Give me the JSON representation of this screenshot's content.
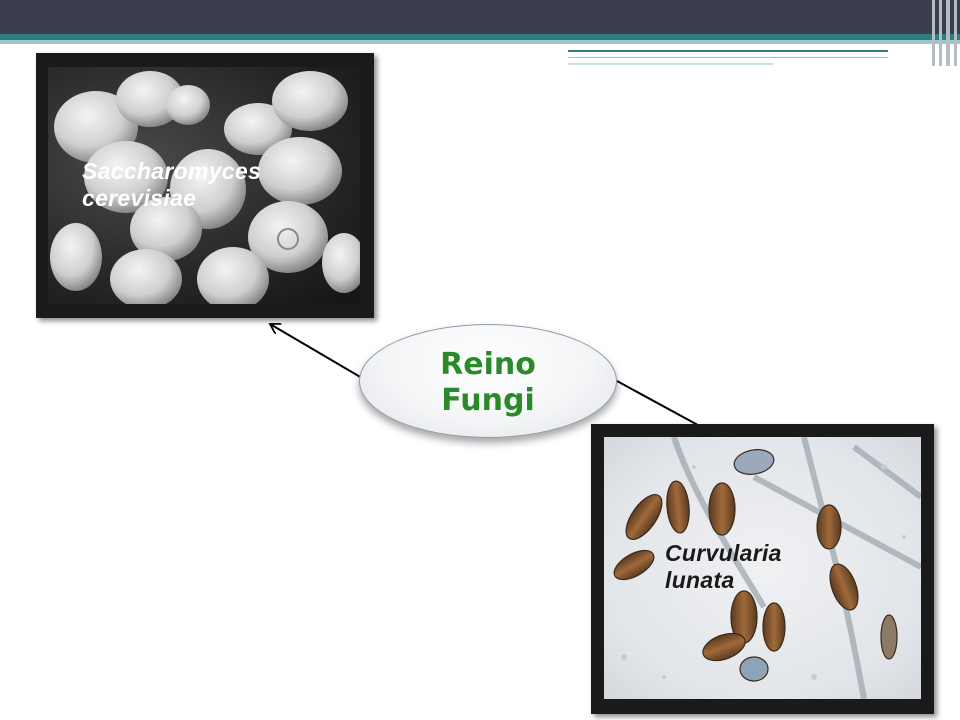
{
  "center_node": {
    "line1": "Reino",
    "line2": "Fungi"
  },
  "images": [
    {
      "id": "saccharomyces",
      "label_line1": "Saccharomyces",
      "label_line2": "cerevisiae",
      "subject": "yeast cells (scanning electron micrograph)"
    },
    {
      "id": "curvularia",
      "label_line1": "Curvularia",
      "label_line2": "lunata",
      "subject": "fungal conidia (light micrograph)"
    }
  ],
  "colors": {
    "title_bar": "#3a3d4c",
    "accent_teal": "#2e7c7f",
    "node_text": "#2a8a2a",
    "frame": "#1a1a1a"
  }
}
